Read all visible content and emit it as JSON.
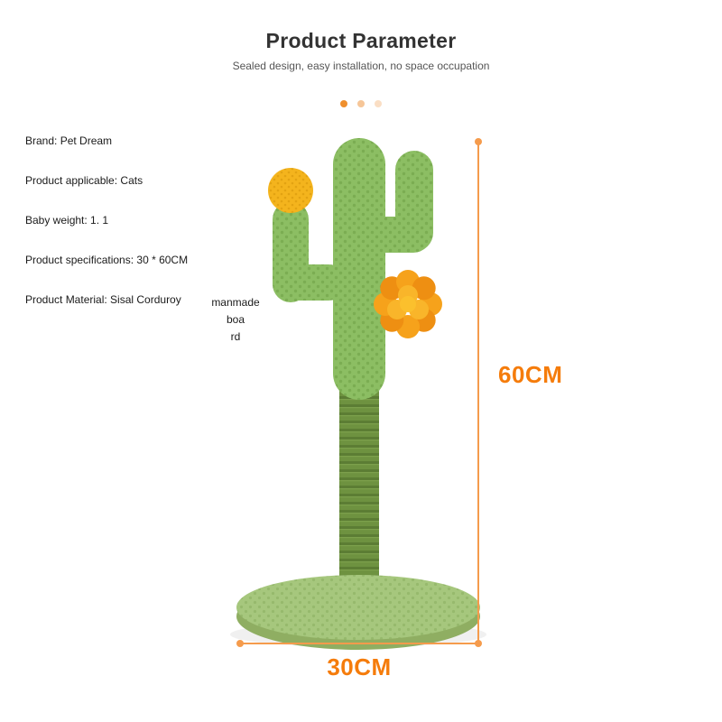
{
  "page": {
    "title": "Product Parameter",
    "subtitle": "Sealed design, easy installation, no space occupation"
  },
  "carousel": {
    "dot_count": 3,
    "active_index": 0
  },
  "specs": {
    "items": [
      "Brand: Pet Dream",
      "Product applicable: Cats",
      "Baby weight: 1. 1",
      "Product specifications: 30 * 60CM",
      "Product Material: Sisal Corduroy"
    ],
    "material_note_line1": "manmade boa",
    "material_note_line2": "rd"
  },
  "dimensions": {
    "height_label": "60CM",
    "width_label": "30CM"
  },
  "product_image": {
    "name": "cactus-cat-scratching-post",
    "features": [
      "plush cactus trunk and arms",
      "yellow pom on left arm",
      "yellow flower on trunk",
      "sisal rope scratching pole",
      "round plush base"
    ]
  },
  "colors": {
    "accent_orange": "#F57C0B",
    "line_orange": "#F59B4C",
    "cactus_green": "#8CBE63",
    "sisal_green": "#6E9240",
    "base_green": "#A6C77D",
    "pom_yellow": "#F4B41D",
    "flower_orange": "#F6A21B",
    "title_color": "#333333"
  }
}
